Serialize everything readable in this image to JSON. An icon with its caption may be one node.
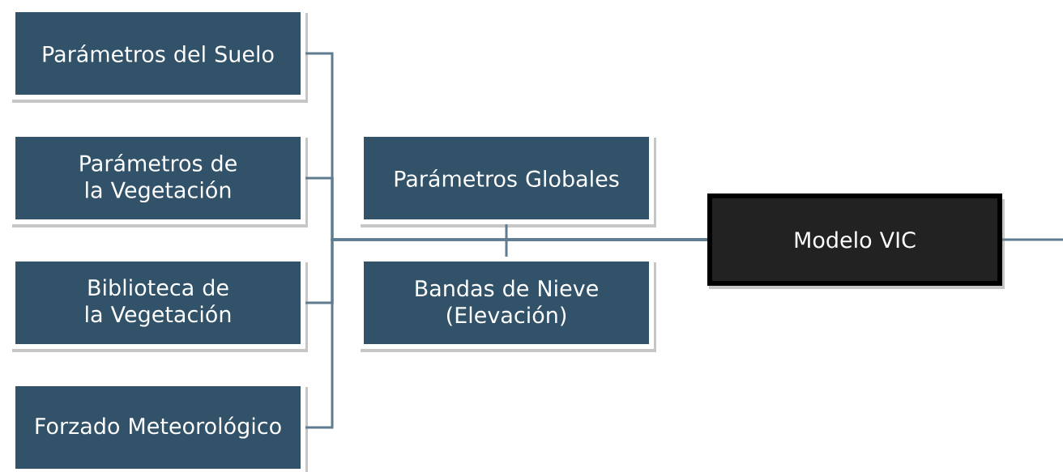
{
  "diagram": {
    "nodes": [
      {
        "text": [
          "Parámetros del Suelo"
        ]
      },
      {
        "text": [
          "Parámetros de la Vegetación"
        ]
      },
      {
        "text": [
          "Biblioteca de la Vegetación"
        ]
      },
      {
        "text": [
          "Forzado Meteorológico"
        ]
      },
      {
        "text": [
          "Parámetros Globales"
        ]
      },
      {
        "text": [
          "Bandas de Nieve (Elevación)"
        ]
      },
      {
        "text": [
          "Modelo VIC"
        ]
      }
    ],
    "edges": [
      {
        "from": 0,
        "to": 6,
        "arrow": "none"
      },
      {
        "from": 1,
        "to": 6,
        "arrow": "none"
      },
      {
        "from": 2,
        "to": 6,
        "arrow": "none"
      },
      {
        "from": 3,
        "to": 6,
        "arrow": "none"
      },
      {
        "from": 4,
        "to": 6,
        "arrow": "none"
      },
      {
        "from": 5,
        "to": 6,
        "arrow": "none"
      },
      {
        "from": 6,
        "to": null,
        "arrow": "none"
      }
    ]
  }
}
